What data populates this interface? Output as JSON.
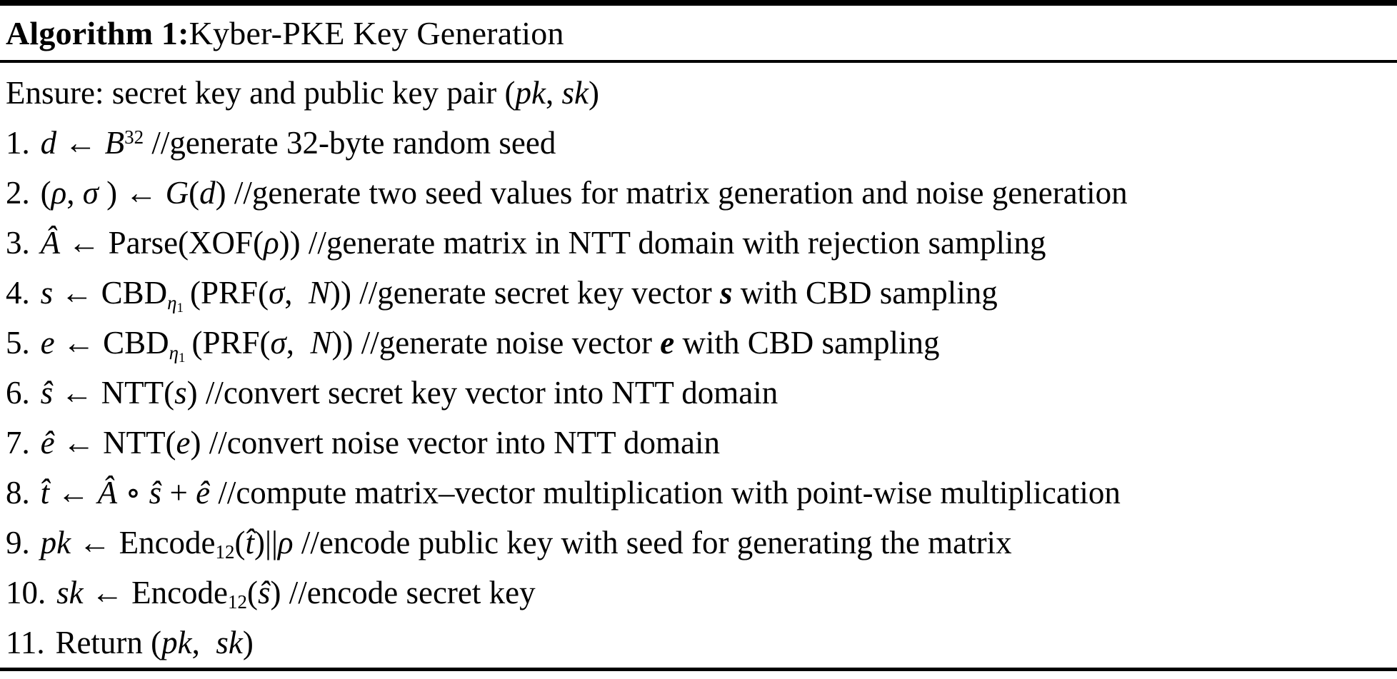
{
  "colors": {
    "background": "#ffffff",
    "text": "#000000",
    "rule": "#000000"
  },
  "algorithm": {
    "title_parts": [
      {
        "t": "Algorithm 1:",
        "s": "b"
      },
      {
        "t": " Kyber-PKE Key Generation",
        "s": ""
      }
    ],
    "lines": [
      {
        "label": "",
        "parts": [
          {
            "t": "Ensure: secret key and public key pair (",
            "s": ""
          },
          {
            "t": "pk",
            "s": "i"
          },
          {
            "t": ", ",
            "s": ""
          },
          {
            "t": "sk",
            "s": "i"
          },
          {
            "t": ")",
            "s": ""
          }
        ]
      },
      {
        "label": "1.",
        "parts": [
          {
            "t": "d",
            "s": "i"
          },
          {
            "t": " ← ",
            "s": ""
          },
          {
            "t": "B",
            "s": "i"
          },
          {
            "t": "32",
            "s": "sup"
          },
          {
            "t": " //generate 32-byte random seed",
            "s": ""
          }
        ]
      },
      {
        "label": "2.",
        "parts": [
          {
            "t": "(",
            "s": ""
          },
          {
            "t": "ρ",
            "s": "i"
          },
          {
            "t": ", ",
            "s": ""
          },
          {
            "t": "σ",
            "s": "i"
          },
          {
            "t": " ) ← ",
            "s": ""
          },
          {
            "t": "G",
            "s": "i"
          },
          {
            "t": "(",
            "s": ""
          },
          {
            "t": "d",
            "s": "i"
          },
          {
            "t": ") //generate two seed values for matrix generation and noise generation",
            "s": ""
          }
        ]
      },
      {
        "label": "3.",
        "parts": [
          {
            "t": "Â",
            "s": "i"
          },
          {
            "t": " ← Parse(XOF(",
            "s": ""
          },
          {
            "t": "ρ",
            "s": "i"
          },
          {
            "t": ")) //generate matrix in NTT domain with rejection sampling",
            "s": ""
          }
        ]
      },
      {
        "label": "4.",
        "parts": [
          {
            "t": "s",
            "s": "i"
          },
          {
            "t": " ← CBD",
            "s": ""
          },
          {
            "t": "η",
            "s": "subi"
          },
          {
            "t": "1",
            "s": "subsub"
          },
          {
            "t": " (PRF(",
            "s": ""
          },
          {
            "t": "σ",
            "s": "i"
          },
          {
            "t": ", ",
            "s": ""
          },
          {
            "t": "N",
            "s": "i"
          },
          {
            "t": ")) //generate secret key vector ",
            "s": ""
          },
          {
            "t": "s",
            "s": "bi"
          },
          {
            "t": " with CBD sampling",
            "s": ""
          }
        ]
      },
      {
        "label": "5.",
        "parts": [
          {
            "t": "e",
            "s": "i"
          },
          {
            "t": " ← CBD",
            "s": ""
          },
          {
            "t": "η",
            "s": "subi"
          },
          {
            "t": "1",
            "s": "subsub"
          },
          {
            "t": " (PRF(",
            "s": ""
          },
          {
            "t": "σ",
            "s": "i"
          },
          {
            "t": ", ",
            "s": ""
          },
          {
            "t": "N",
            "s": "i"
          },
          {
            "t": ")) //generate noise vector ",
            "s": ""
          },
          {
            "t": "e",
            "s": "bi"
          },
          {
            "t": " with CBD sampling",
            "s": ""
          }
        ]
      },
      {
        "label": "6.",
        "parts": [
          {
            "t": "ŝ",
            "s": "i"
          },
          {
            "t": " ← NTT(",
            "s": ""
          },
          {
            "t": "s",
            "s": "i"
          },
          {
            "t": ") //convert secret key vector into NTT domain",
            "s": ""
          }
        ]
      },
      {
        "label": "7.",
        "parts": [
          {
            "t": "ê",
            "s": "i"
          },
          {
            "t": " ← NTT(",
            "s": ""
          },
          {
            "t": "e",
            "s": "i"
          },
          {
            "t": ") //convert noise vector into NTT domain",
            "s": ""
          }
        ]
      },
      {
        "label": "8.",
        "parts": [
          {
            "t": "t̂",
            "s": "i"
          },
          {
            "t": " ← ",
            "s": ""
          },
          {
            "t": "Â",
            "s": "i"
          },
          {
            "t": " ∘ ",
            "s": ""
          },
          {
            "t": "ŝ",
            "s": "i"
          },
          {
            "t": " + ",
            "s": ""
          },
          {
            "t": "ê",
            "s": "i"
          },
          {
            "t": " //compute matrix–vector multiplication with point-wise multiplication",
            "s": ""
          }
        ]
      },
      {
        "label": "9.",
        "parts": [
          {
            "t": "pk",
            "s": "i"
          },
          {
            "t": " ← Encode",
            "s": ""
          },
          {
            "t": "12",
            "s": "sub"
          },
          {
            "t": "(",
            "s": ""
          },
          {
            "t": "t̂",
            "s": "i"
          },
          {
            "t": ")||",
            "s": ""
          },
          {
            "t": "ρ",
            "s": "i"
          },
          {
            "t": " //encode public key with seed for generating the matrix",
            "s": ""
          }
        ]
      },
      {
        "label": "10.",
        "parts": [
          {
            "t": "sk",
            "s": "i"
          },
          {
            "t": " ← Encode",
            "s": ""
          },
          {
            "t": "12",
            "s": "sub"
          },
          {
            "t": "(",
            "s": ""
          },
          {
            "t": "ŝ",
            "s": "i"
          },
          {
            "t": ") //encode secret key",
            "s": ""
          }
        ]
      },
      {
        "label": "11.",
        "parts": [
          {
            "t": "Return (",
            "s": ""
          },
          {
            "t": "pk",
            "s": "i"
          },
          {
            "t": ", ",
            "s": ""
          },
          {
            "t": "sk",
            "s": "i"
          },
          {
            "t": ")",
            "s": ""
          }
        ]
      }
    ]
  }
}
